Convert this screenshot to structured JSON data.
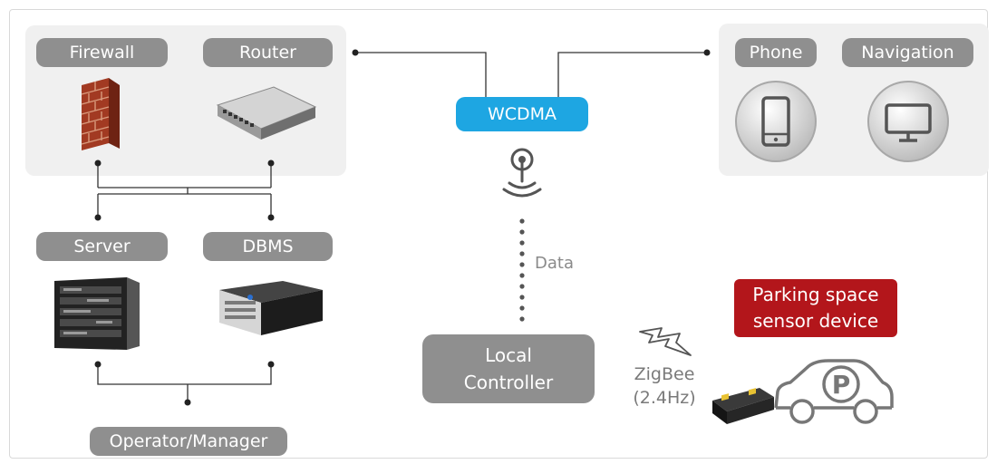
{
  "left": {
    "firewall": "Firewall",
    "router": "Router",
    "server": "Server",
    "dbms": "DBMS",
    "operator": "Operator/Manager"
  },
  "center": {
    "wcdma": "WCDMA",
    "data": "Data",
    "local_controller": [
      "Local",
      "Controller"
    ],
    "zigbee": [
      "ZigBee",
      "(2.4Hz)"
    ]
  },
  "right": {
    "phone": "Phone",
    "navigation": "Navigation",
    "sensor": [
      "Parking space",
      "sensor device"
    ]
  },
  "icons": {
    "firewall": "brick-wall-icon",
    "router": "router-icon",
    "server": "server-rack-icon",
    "dbms": "storage-box-icon",
    "antenna": "antenna-icon",
    "zigbee": "lightning-icon",
    "phone": "smartphone-icon",
    "navigation": "monitor-icon",
    "car": "car-parking-icon",
    "sensor": "sensor-device-icon"
  },
  "colors": {
    "label_gray": "#8f8f8f",
    "wcdma_blue": "#1ea6e2",
    "sensor_red": "#b3161b",
    "panel_bg": "#f0f0f0"
  }
}
